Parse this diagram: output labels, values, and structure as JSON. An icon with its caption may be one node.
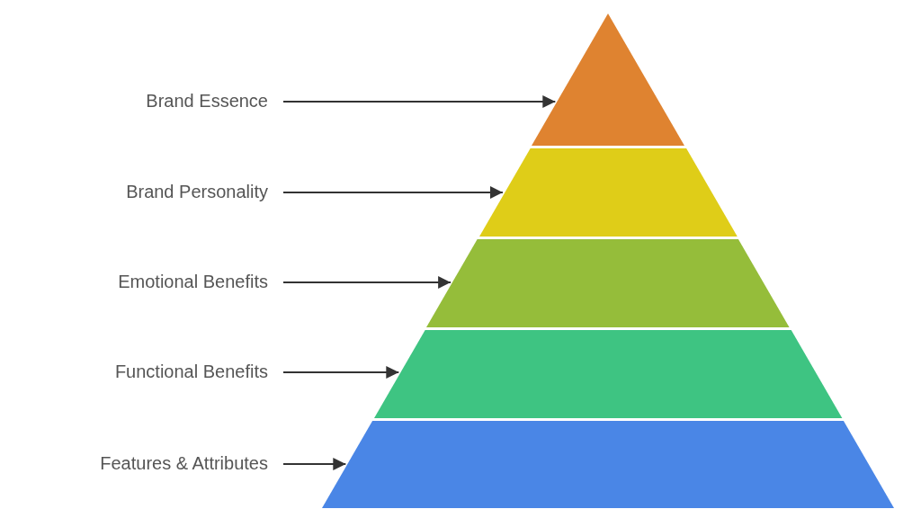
{
  "diagram": {
    "nodes": [
      {
        "text": [
          "Brand Essence"
        ]
      },
      {
        "text": [
          "Brand Personality"
        ]
      },
      {
        "text": [
          "Emotional Benefits"
        ]
      },
      {
        "text": [
          "Functional Benefits"
        ]
      },
      {
        "text": [
          "Features & Attributes"
        ]
      },
      {
        "text": [],
        "shape": "triangle"
      },
      {
        "text": [],
        "shape": "trapezoid"
      },
      {
        "text": [],
        "shape": "trapezoid"
      },
      {
        "text": [],
        "shape": "trapezoid"
      },
      {
        "text": [],
        "shape": "trapezoid"
      }
    ],
    "edges": [
      {
        "from": 0,
        "to": 5,
        "arrow": "to"
      },
      {
        "from": 1,
        "to": 6,
        "arrow": "to"
      },
      {
        "from": 2,
        "to": 7,
        "arrow": "to"
      },
      {
        "from": 3,
        "to": 8,
        "arrow": "to"
      },
      {
        "from": 4,
        "to": 9,
        "arrow": "to"
      }
    ]
  }
}
